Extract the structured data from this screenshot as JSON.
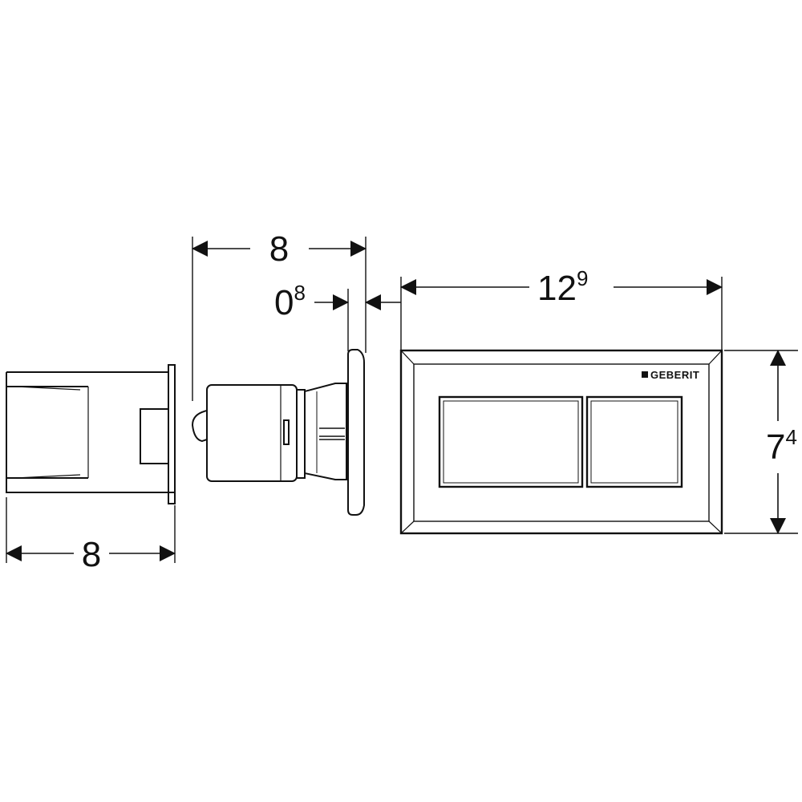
{
  "dimensions": {
    "installation_depth": {
      "main": "8",
      "sup": ""
    },
    "frame_gap": {
      "main": "0",
      "sup": "8"
    },
    "plate_width": {
      "main": "12",
      "sup": "9"
    },
    "plate_height": {
      "main": "7",
      "sup": "4"
    },
    "housing_depth": {
      "main": "8",
      "sup": ""
    }
  },
  "plate": {
    "brand_label": "GEBERIT"
  },
  "colors": {
    "line": "#111111",
    "background": "#ffffff"
  }
}
